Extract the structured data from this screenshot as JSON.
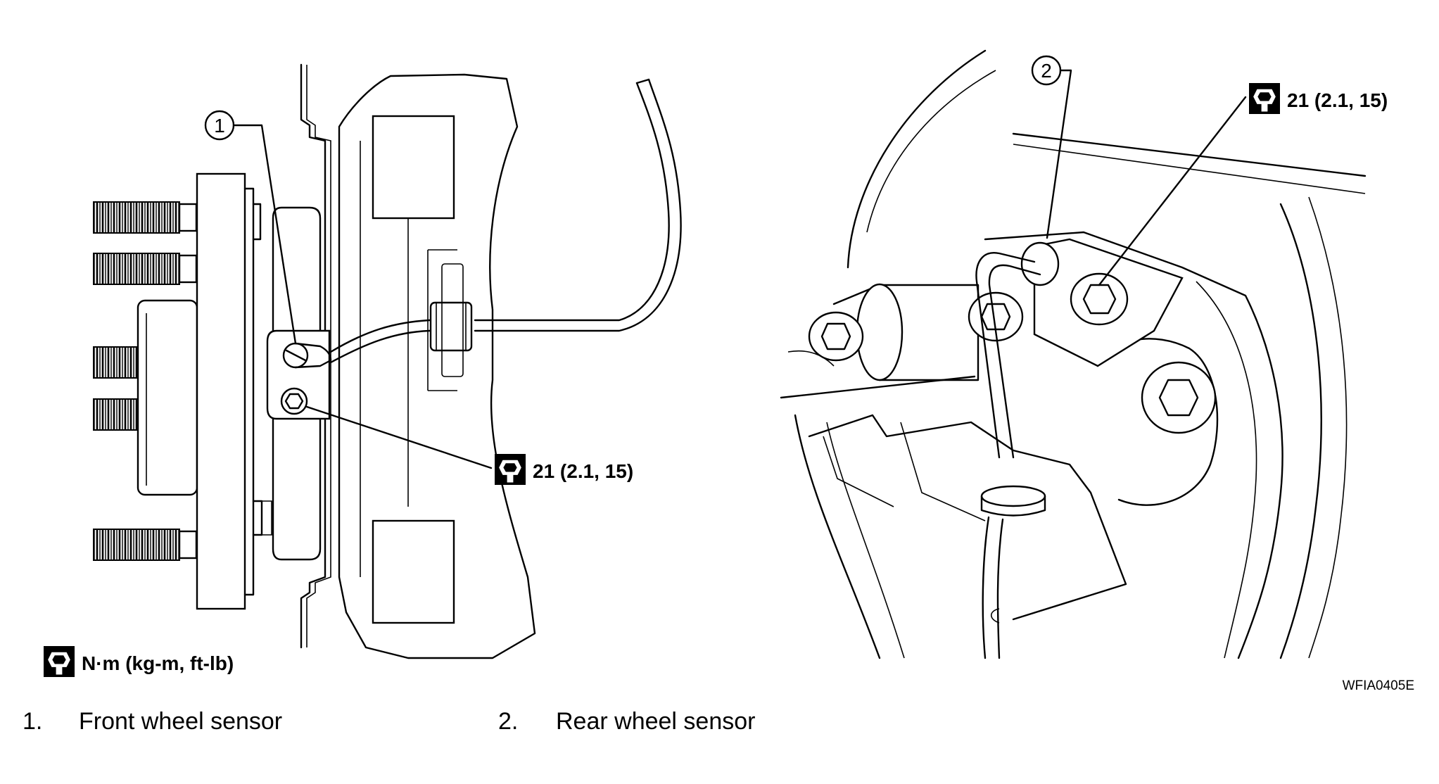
{
  "figure_code": "WFIA0405E",
  "torque_unit": "N·m (kg-m, ft-lb)",
  "torque_front": "21 (2.1, 15)",
  "torque_rear": "21 (2.1, 15)",
  "callouts": [
    {
      "number": "1",
      "label": "Front wheel sensor",
      "legend_number": "1."
    },
    {
      "number": "2",
      "label": "Rear wheel sensor",
      "legend_number": "2."
    }
  ],
  "icons": {
    "torque": "torque-wrench-icon"
  }
}
